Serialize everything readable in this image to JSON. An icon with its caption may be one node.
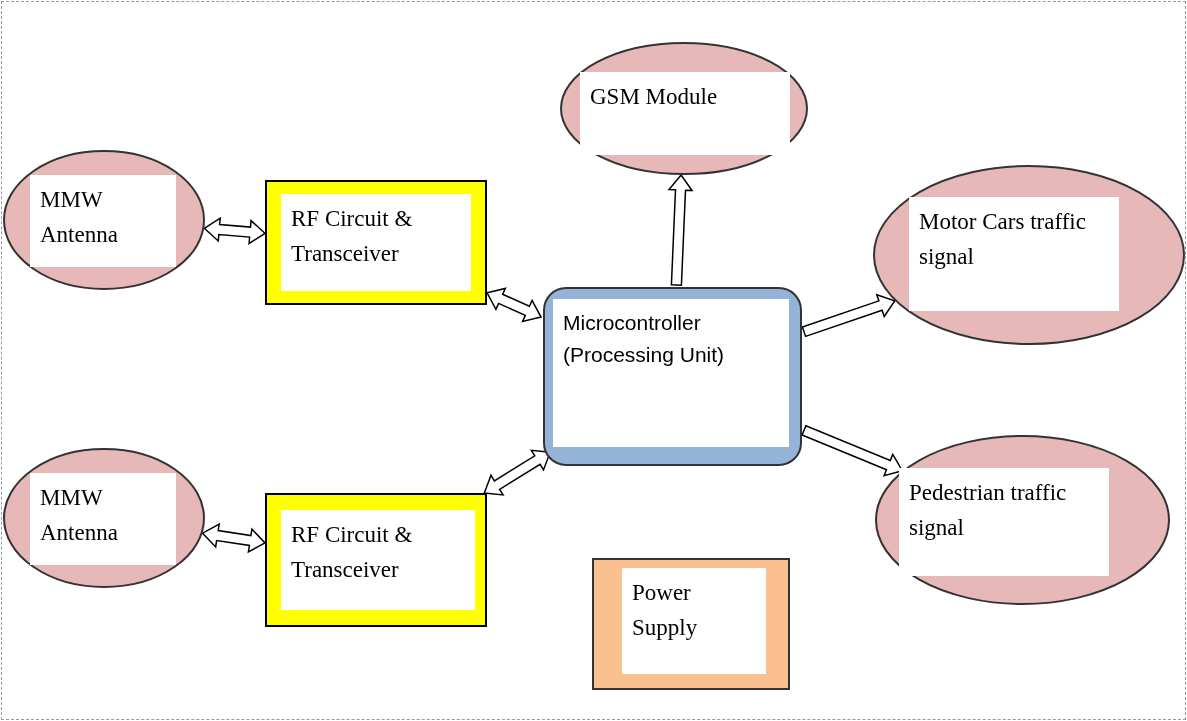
{
  "diagram": {
    "nodes": [
      {
        "text": [
          "MMW Antenna"
        ]
      },
      {
        "text": [
          "RF Circuit & Transceiver"
        ]
      },
      {
        "text": [
          "MMW Antenna"
        ]
      },
      {
        "text": [
          "RF Circuit & Transceiver"
        ]
      },
      {
        "text": [
          "Microcontroller (Processing Unit)"
        ]
      },
      {
        "text": [
          "GSM Module"
        ]
      },
      {
        "text": [
          "Motor Cars traffic signal"
        ]
      },
      {
        "text": [
          "Pedestrian traffic signal"
        ]
      },
      {
        "text": [
          "Power Supply"
        ]
      }
    ],
    "edges": [
      {
        "from": 0,
        "to": 1,
        "arrow": "both"
      },
      {
        "from": 1,
        "to": 4,
        "arrow": "both"
      },
      {
        "from": 2,
        "to": 3,
        "arrow": "both"
      },
      {
        "from": 3,
        "to": 4,
        "arrow": "both"
      },
      {
        "from": 4,
        "to": 5,
        "arrow": "to"
      },
      {
        "from": 4,
        "to": 6,
        "arrow": "to"
      },
      {
        "from": 4,
        "to": 7,
        "arrow": "to"
      }
    ]
  }
}
